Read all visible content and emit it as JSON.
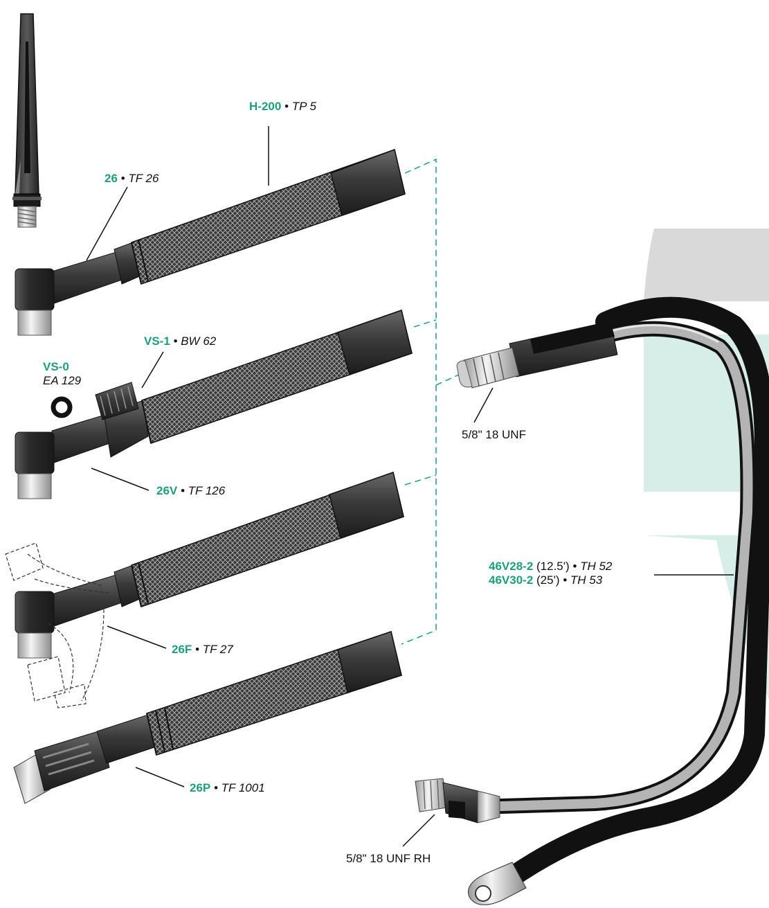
{
  "colors": {
    "accent": "#1f9e7c",
    "part_dark": "#2f2f2f",
    "shade_gray": "#d9d9d9",
    "shade_teal": "#d7ede7"
  },
  "labels": {
    "h200": {
      "part": "H-200",
      "sep": "•",
      "ref": "TP 5"
    },
    "t26": {
      "part": "26",
      "sep": "•",
      "ref": "TF 26"
    },
    "vs1": {
      "part": "VS-1",
      "sep": "•",
      "ref": "BW 62"
    },
    "vs0": {
      "part": "VS-0",
      "ref": "EA 129"
    },
    "t26v": {
      "part": "26V",
      "sep": "•",
      "ref": "TF 126"
    },
    "t26f": {
      "part": "26F",
      "sep": "•",
      "ref": "TF 27"
    },
    "t26p": {
      "part": "26P",
      "sep": "•",
      "ref": "TF 1001"
    },
    "hose1": {
      "part": "46V28-2",
      "len": "(12.5')",
      "sep": "•",
      "ref": "TH 52"
    },
    "hose2": {
      "part": "46V30-2",
      "len": "(25')",
      "sep": "•",
      "ref": "TH 53"
    },
    "thread_top": "5/8\" 18 UNF",
    "thread_bottom": "5/8\" 18 UNF RH"
  }
}
